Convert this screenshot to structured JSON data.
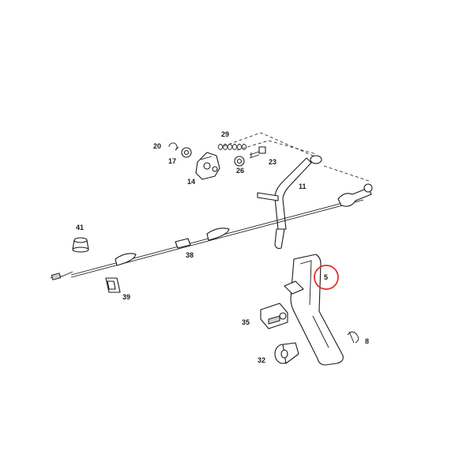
{
  "colors": {
    "line": "#1a1a1a",
    "highlight": "#e0302a",
    "background": "#ffffff"
  },
  "callouts": {
    "p20": "20",
    "p17": "17",
    "p29": "29",
    "p14": "14",
    "p26": "26",
    "p23": "23",
    "p11": "11",
    "p41": "41",
    "p38": "38",
    "p39": "39",
    "p5": "5",
    "p35": "35",
    "p8": "8",
    "p32": "32"
  },
  "highlighted_part": "5"
}
